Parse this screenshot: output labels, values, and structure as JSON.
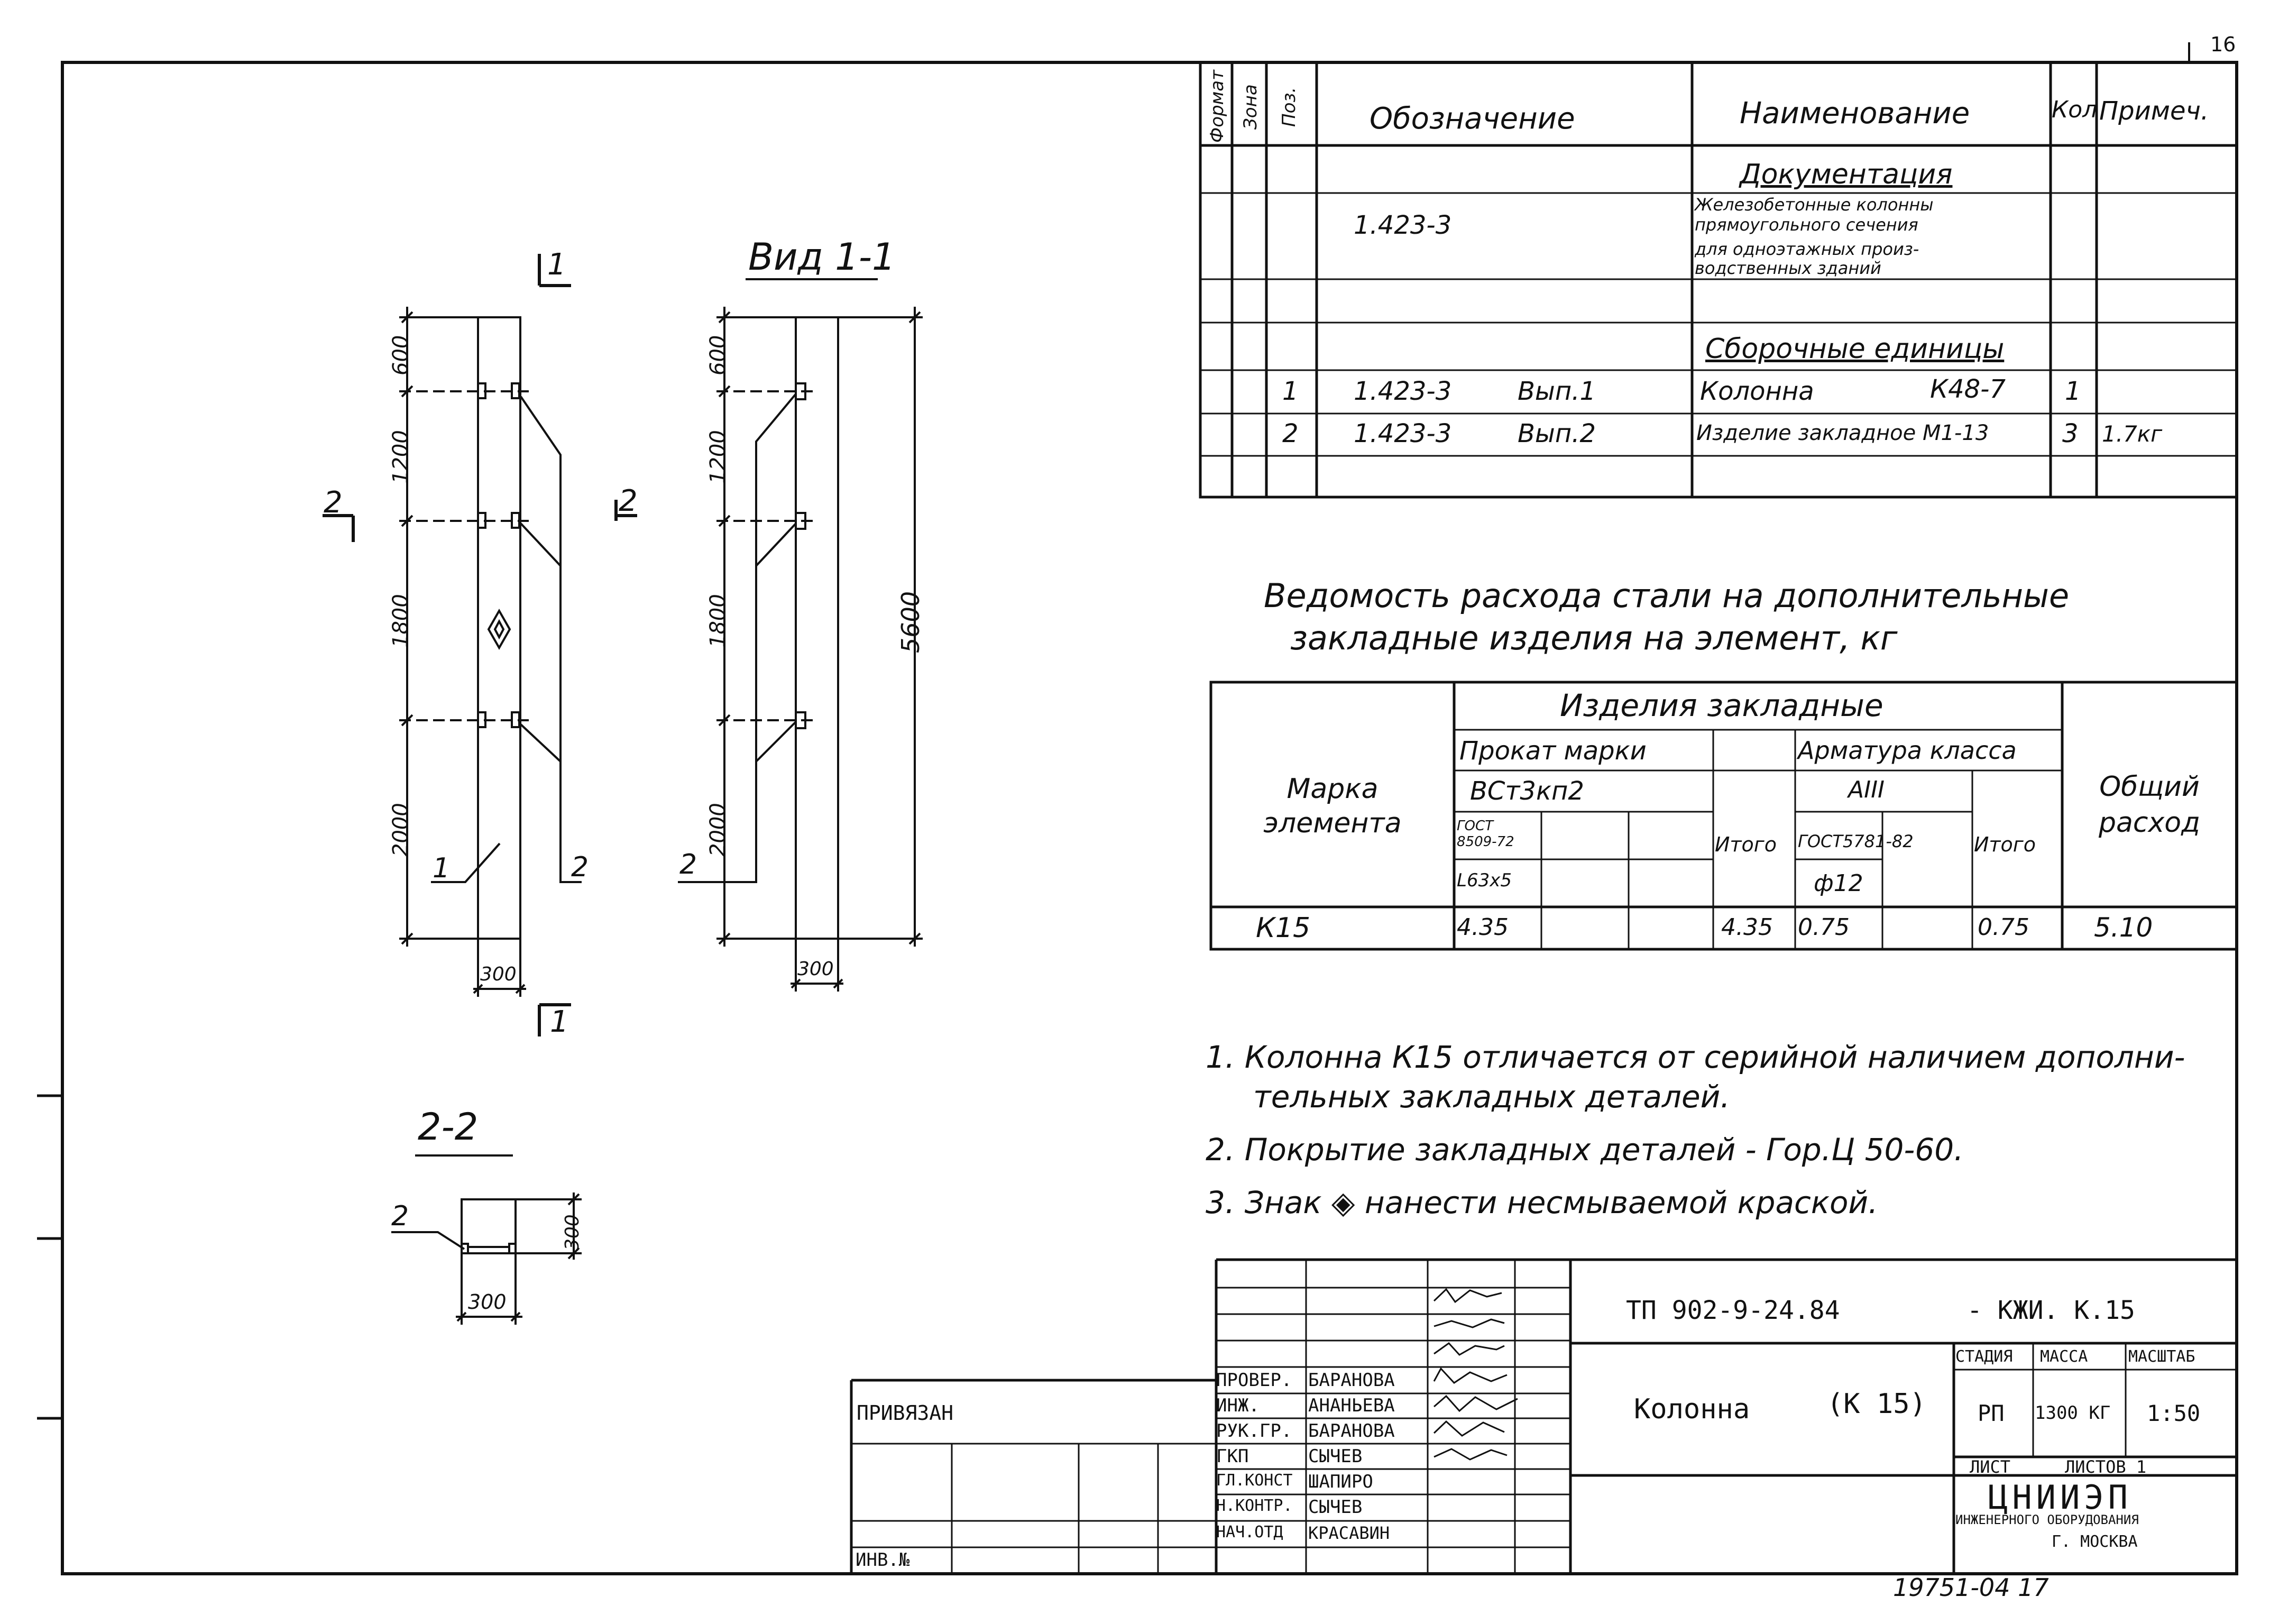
{
  "sheet_corner_number": "16",
  "spec": {
    "headers": {
      "format": "Формат",
      "zone": "Зона",
      "pos": "Поз.",
      "designation": "Обозначение",
      "name": "Наименование",
      "qty": "Кол",
      "note": "Примеч."
    },
    "section_docs": "Документация",
    "doc_designation": "1.423-3",
    "doc_name_lines": [
      "Железобетонные колонны",
      "прямоугольного сечения",
      "для одноэтажных произ-",
      "водственных зданий"
    ],
    "section_assemblies": "Сборочные единицы",
    "rows": [
      {
        "pos": "1",
        "designation": "1.423-3",
        "issue": "Вып.1",
        "name": "Колонна",
        "mark": "К48-7",
        "qty": "1",
        "note": ""
      },
      {
        "pos": "2",
        "designation": "1.423-3",
        "issue": "Вып.2",
        "name": "Изделие закладное М1-13",
        "mark": "",
        "qty": "3",
        "note": "1.7кг"
      }
    ]
  },
  "drawing": {
    "section_1_mark": "1",
    "section_2_mark": "2",
    "view_title": "Вид 1-1",
    "dims_left": [
      "600",
      "1200",
      "1800",
      "2000"
    ],
    "dims_right": [
      "600",
      "1200",
      "1800",
      "2000"
    ],
    "overall_height": "5600",
    "width_dim": "300",
    "leader_1": "1",
    "leader_2": "2",
    "section_title": "2-2",
    "section_dim_h": "300",
    "section_dim_w": "300",
    "section_leader": "2"
  },
  "steel_table": {
    "title_line1": "Ведомость расхода стали на дополнительные",
    "title_line2": "закладные изделия на элемент, кг",
    "mark_header": "Марка элемента",
    "embedded_header": "Изделия закладные",
    "rolled_header": "Прокат марки",
    "rolled_grade": "ВСт3кп2",
    "gost_rolled": "ГОСТ 8509-72",
    "angle": "L63x5",
    "total_label": "Итого",
    "rebar_header": "Арматура класса",
    "rebar_class": "АIII",
    "gost_rebar": "ГОСТ5781-82",
    "rebar_dia": "ф12",
    "overall_header": "Общий расход",
    "row": {
      "mark": "К15",
      "angle_val": "4.35",
      "rolled_total": "4.35",
      "rebar_val": "0.75",
      "rebar_total": "0.75",
      "overall": "5.10"
    }
  },
  "notes": [
    "1. Колонна К15 отличается от серийной наличием дополни-",
    "тельных закладных деталей.",
    "2. Покрытие закладных деталей - Гор.Ц 50-60.",
    "3. Знак ◈ нанести несмываемой краской."
  ],
  "title_block": {
    "linked_label": "ПРИВЯЗАН",
    "inv_label": "ИНВ.№",
    "signers": [
      {
        "role": "ПРОВЕР.",
        "name": "БАРАНОВА"
      },
      {
        "role": "ИНЖ.",
        "name": "АНАНЬЕВА"
      },
      {
        "role": "РУК.ГР.",
        "name": "БАРАНОВА"
      },
      {
        "role": "ГКП",
        "name": "СЫЧЕВ"
      },
      {
        "role": "ГЛ.КОНСТ",
        "name": "ШАПИРО"
      },
      {
        "role": "Н.КОНТР.",
        "name": "СЫЧЕВ"
      },
      {
        "role": "НАЧ.ОТД",
        "name": "КРАСАВИН"
      }
    ],
    "doc_code": "ТП 902-9-24.84",
    "doc_code_suffix": "- КЖИ. К.15",
    "object_name": "Колонна",
    "object_mark": "(К 15)",
    "stage_label": "СТАДИЯ",
    "mass_label": "МАССА",
    "scale_label": "МАСШТАБ",
    "stage": "РП",
    "mass": "1300 КГ",
    "scale": "1:50",
    "sheet_label": "ЛИСТ",
    "sheets_label": "ЛИСТОВ 1",
    "org": "ЦНИИЭП",
    "org_sub": "ИНЖЕНЕРНОГО ОБОРУДОВАНИЯ",
    "city": "Г. МОСКВА"
  },
  "bottom_stamp": "19751-04 17"
}
